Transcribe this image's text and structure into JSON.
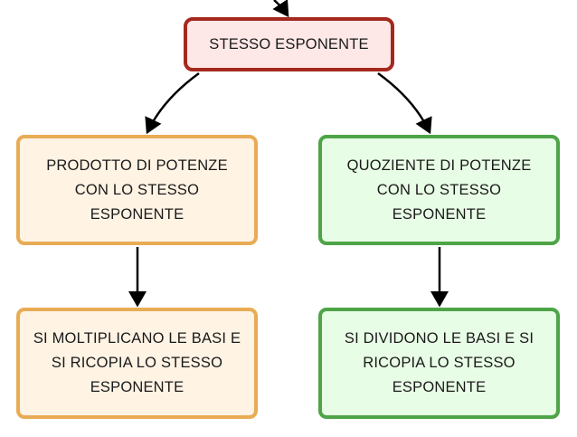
{
  "diagram": {
    "root": {
      "label": "STESSO ESPONENTE"
    },
    "left_branch": {
      "category": "PRODOTTO DI POTENZE\nCON LO STESSO\nESPONENTE",
      "rule": "SI MOLTIPLICANO LE BASI E\nSI RICOPIA LO STESSO\nESPONENTE"
    },
    "right_branch": {
      "category": "QUOZIENTE DI POTENZE\nCON LO STESSO\nESPONENTE",
      "rule": "SI DIVIDONO LE BASI E SI\nRICOPIA LO STESSO\nESPONENTE"
    },
    "colors": {
      "root_border": "#a5281e",
      "root_fill": "#fde7e7",
      "left_border": "#e8ac55",
      "left_fill": "#fff3e4",
      "right_border": "#4ea447",
      "right_fill": "#e8fde6",
      "connector": "#000000"
    }
  }
}
